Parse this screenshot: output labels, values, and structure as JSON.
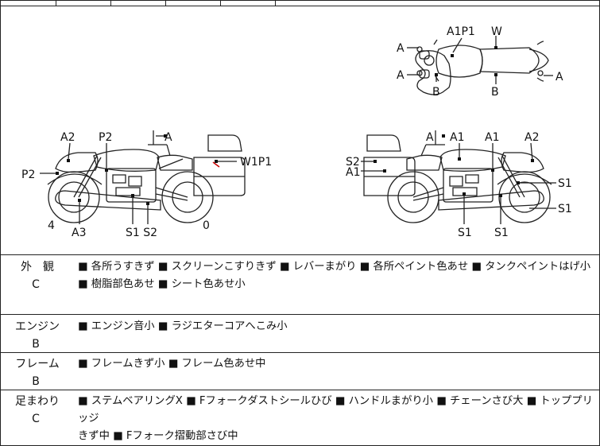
{
  "diagram": {
    "labels": {
      "top_a1p1": "A1P1",
      "top_w": "W",
      "top_a_ul": "A",
      "top_a_ll": "A",
      "top_a_r": "A",
      "top_b1": "B",
      "top_b2": "B",
      "left_a2": "A2",
      "left_p2": "P2",
      "left_a": "A",
      "left_p2_side": "P2",
      "left_w1p1": "W1P1",
      "left_4": "4",
      "left_a3": "A3",
      "left_s1s2": "S1 S2",
      "left_0": "0",
      "right_a": "A",
      "right_a1_a": "A1",
      "right_a1_b": "A1",
      "right_a2": "A2",
      "right_s2": "S2",
      "right_a1_side": "A1",
      "right_s1_a": "S1",
      "right_s1_b": "S1",
      "right_s1_bottom_a": "S1",
      "right_s1_bottom_b": "S1"
    }
  },
  "rows": [
    {
      "name": "外　観",
      "grade": "C",
      "lines": [
        "■ 各所うすきず ■ スクリーンこすりきず ■ レバーまがり ■ 各所ペイント色あせ ■ タンクペイントはげ小",
        "■ 樹脂部色あせ ■ シート色あせ小"
      ]
    },
    {
      "name": "エンジン",
      "grade": "B",
      "lines": [
        "■ エンジン音小 ■ ラジエターコアへこみ小"
      ]
    },
    {
      "name": "フレーム",
      "grade": "B",
      "lines": [
        "■ フレームきず小 ■ フレーム色あせ中"
      ]
    },
    {
      "name": "足まわり",
      "grade": "C",
      "lines": [
        "■ ステムベアリングX ■ Fフォークダストシールひび ■ ハンドルまがり小 ■ チェーンさび大 ■ トッププリッジ",
        "きず中 ■ Fフォーク摺動部さび中"
      ]
    }
  ]
}
